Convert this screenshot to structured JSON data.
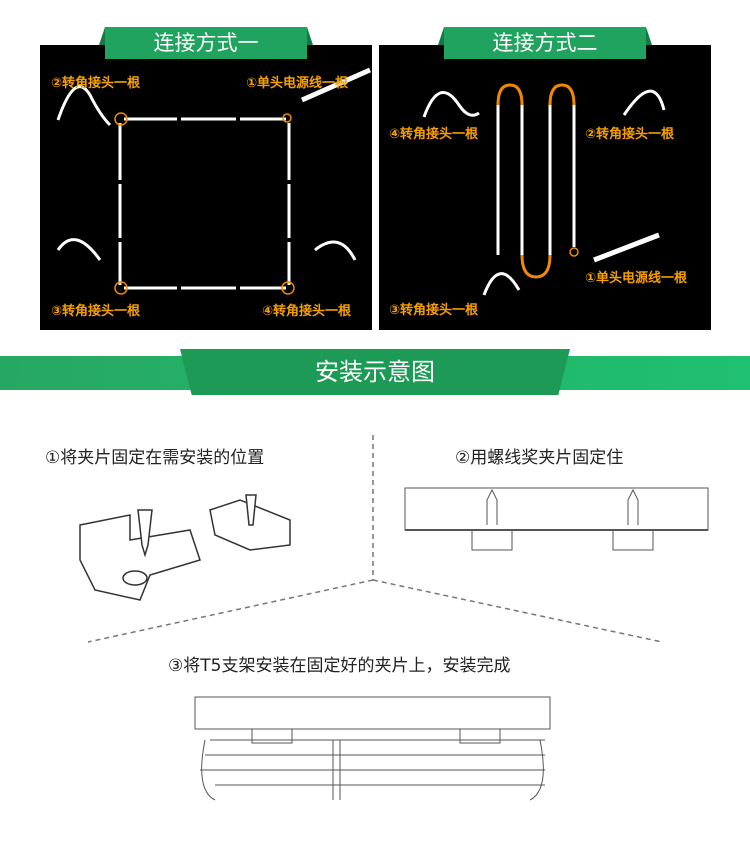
{
  "method_one": {
    "title": "连接方式一",
    "labels": [
      "②转角接头一根",
      "①单头电源线一根",
      "③转角接头一根",
      "④转角接头一根"
    ]
  },
  "method_two": {
    "title": "连接方式二",
    "labels": [
      "④转角接头一根",
      "②转角接头一根",
      "①单头电源线一根",
      "③转角接头一根"
    ]
  },
  "banner": {
    "title": "安装示意图"
  },
  "steps": [
    "①将夹片固定在需安装的位置",
    "②用螺线奖夹片固定住",
    "③将T5支架安装在固定好的夹片上，安装完成"
  ],
  "colors": {
    "green": "#1fa35f",
    "orange": "#f5a000"
  }
}
